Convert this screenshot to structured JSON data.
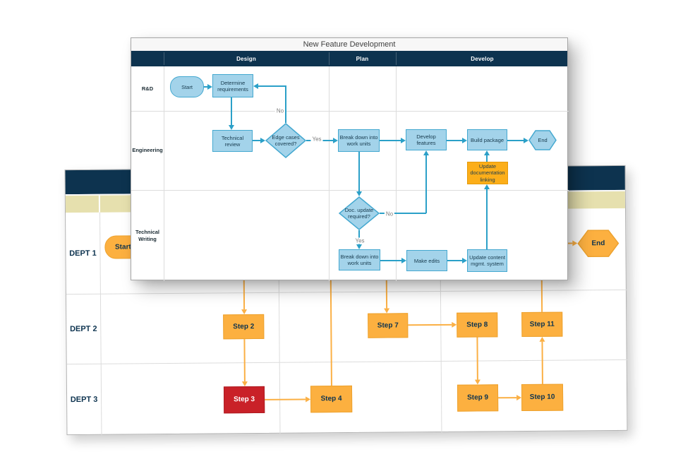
{
  "front_chart": {
    "title": "New Feature Development",
    "column_headers": [
      "Design",
      "Plan",
      "Develop"
    ],
    "lane_labels": [
      "R&D",
      "Engineering",
      "Technical Writing"
    ],
    "decision_labels": {
      "yes": "Yes",
      "no": "No"
    },
    "nodes": {
      "start": "Start",
      "determine_requirements": "Determine requirements",
      "technical_review": "Technical review",
      "edge_cases_covered": "Edge cases covered?",
      "break_down_eng": "Break down into work units",
      "develop_features": "Develop features",
      "build_package": "Build package",
      "end": "End",
      "update_doc_linking": "Update documentation linking",
      "doc_update_required": "Doc. update required?",
      "break_down_tw": "Break down into work units",
      "make_edits": "Make edits",
      "update_cms": "Update content mgmt. system"
    }
  },
  "back_chart": {
    "lane_labels": [
      "DEPT 1",
      "DEPT 2",
      "DEPT 3"
    ],
    "nodes": {
      "start": "Start",
      "end": "End",
      "step2": "Step 2",
      "step3": "Step 3",
      "step4": "Step 4",
      "step7": "Step 7",
      "step8": "Step 8",
      "step9": "Step 9",
      "step10": "Step 10",
      "step11": "Step 11"
    }
  },
  "colors": {
    "header_navy": "#0d334f",
    "phase_row_tan": "#e6e0ae",
    "blue_node_fill": "#a3d3ea",
    "blue_node_border": "#44a8d0",
    "teal_connector": "#2ba0c8",
    "orange_node_fill": "#fcb040",
    "orange_node_border": "#eda22f",
    "orange_connector": "#fbb045",
    "highlight_orange_fill": "#fcae19",
    "red_node_fill": "#c92128",
    "grid_line": "#dcdcdc"
  }
}
